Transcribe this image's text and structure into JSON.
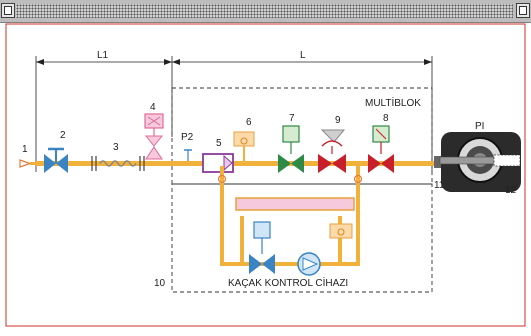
{
  "labels": {
    "dim_l1": "L1",
    "dim_l": "L",
    "multiblok": "MULTİBLOK",
    "leak_device": "KAÇAK KONTROL CİHAZI",
    "pi": "PI",
    "p2": "P2"
  },
  "numbers": {
    "n1": "1",
    "n2": "2",
    "n3": "3",
    "n4": "4",
    "n5": "5",
    "n6": "6",
    "n7": "7",
    "n8": "8",
    "n9": "9",
    "n10": "10",
    "n11": "11",
    "n12": "12"
  },
  "colors": {
    "pipe": "#f0b23a",
    "valve_blue": "#3a84c4",
    "valve_green": "#2e8a46",
    "valve_red": "#c8202a",
    "pink": "#e26a9a",
    "purple": "#8a3a9a",
    "border_red": "#d0302a"
  }
}
